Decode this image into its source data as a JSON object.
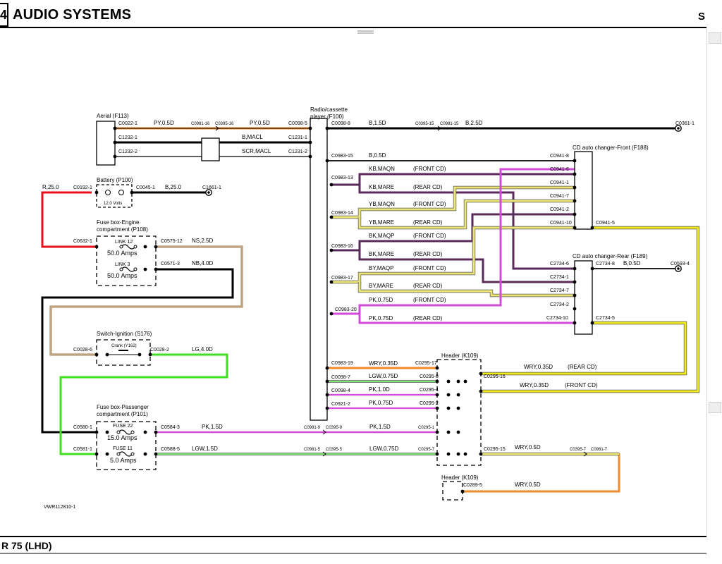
{
  "header": {
    "title": "AUDIO SYSTEMS",
    "page_left_marker": "4",
    "page_right_marker": "S"
  },
  "footer": {
    "model": "R 75 (LHD)"
  },
  "diagram_id": "VWR112810-1",
  "components": {
    "aerial": "Aerial (F113)",
    "battery": "Battery (P100)",
    "battery_volts": "12.0 Volts",
    "fuse_engine_1": "Fuse box-Engine",
    "fuse_engine_2": "compartment (P108)",
    "link12": "LINK 12",
    "link12_amps": "50.0 Amps",
    "link3": "LINK 3",
    "link3_amps": "50.0 Amps",
    "switch_ign": "Switch-Ignition (S176)",
    "crank": "Crank (Y162)",
    "fuse_pass_1": "Fuse box-Passenger",
    "fuse_pass_2": "compartment (P101)",
    "fuse22": "FUSE 22",
    "fuse22_amps": "15.0 Amps",
    "fuse11": "FUSE 11",
    "fuse11_amps": "5.0 Amps",
    "radio_1": "Radio/cassette",
    "radio_2": "player (F100)",
    "cd_front": "CD auto changer-Front (F188)",
    "cd_rear": "CD auto changer-Rear (F189)",
    "header_k109_a": "Header (K109)",
    "header_k109_b": "Header (K109)"
  },
  "labels": [
    "C0022-1",
    "PY,0.5D",
    "C0981-16",
    "C0395-16",
    "PY,0.5D",
    "C0098-5",
    "C1232-1",
    "B,MACL",
    "C1231-1",
    "C1232-2",
    "SCR,MACL",
    "C1231-2",
    "C0098-8",
    "B,1.5D",
    "C0395-15",
    "C0981-15",
    "B,2.5D",
    "C0361-1",
    "R,25.0",
    "C0192-1",
    "C0045-1",
    "B,25.0",
    "C1661-1",
    "C0632-1",
    "C0575-12",
    "NS,2.5D",
    "C0571-3",
    "NB,4.0D",
    "C0028-6",
    "C0028-2",
    "LG,4.0D",
    "C0580-1",
    "C0584-3",
    "PK,1.5D",
    "C0981-9",
    "C0395-9",
    "PK,1.5D",
    "C0295-1",
    "C0581-1",
    "C0588-5",
    "LGW,1.5D",
    "C0981-5",
    "C0395-5",
    "LGW,0.75D",
    "C0295-7",
    "C0983-15",
    "B,0.5D",
    "C0941-8",
    "C0983-13",
    "KB,MAQN",
    "(FRONT CD)",
    "C0941-6",
    "KB,MARE",
    "(REAR CD)",
    "C0941-1",
    "C0983-14",
    "YB,MAQN",
    "(FRONT CD)",
    "C0941-7",
    "YB,MARE",
    "(REAR CD)",
    "C0941-2",
    "C0941-10",
    "C0941-5",
    "C0983-16",
    "BK,MAQP",
    "(FRONT CD)",
    "BK,MARE",
    "(REAR CD)",
    "C2734-6",
    "C2734-8",
    "B,0.5D",
    "C0593-4",
    "C0983-17",
    "BY,MAQP",
    "(FRONT CD)",
    "C2734-1",
    "BY,MARE",
    "(REAR CD)",
    "C2734-7",
    "C0983-20",
    "PK,0.75D",
    "(FRONT CD)",
    "C2734-2",
    "PK,0.75D",
    "(REAR CD)",
    "C2734-10",
    "C2734-5",
    "C0983-19",
    "WRY,0.35D",
    "C0295-17",
    "C0098-7",
    "LGW,0.75D",
    "C0295-8",
    "C0098-4",
    "PK,1.0D",
    "C0295-4",
    "C0921-2",
    "PK,0.75D",
    "C0295-2",
    "C0295-16",
    "WRY,0.35D",
    "(REAR CD)",
    "WRY,0.35D",
    "(FRONT CD)",
    "C0295-15",
    "WRY,0.5D",
    "C0395-7",
    "C0981-7",
    "C0289-5",
    "WRY,0.5D"
  ],
  "colors": {
    "black": "#000000",
    "red": "#e8101a",
    "orange": "#f08a2a",
    "brown": "#a07a52",
    "green": "#3ee020",
    "lightgreen": "#7ee870",
    "magenta": "#d24ad8",
    "purple": "#5a2a5a",
    "yellow": "#f2ea1a",
    "paleyellow": "#ece678"
  }
}
